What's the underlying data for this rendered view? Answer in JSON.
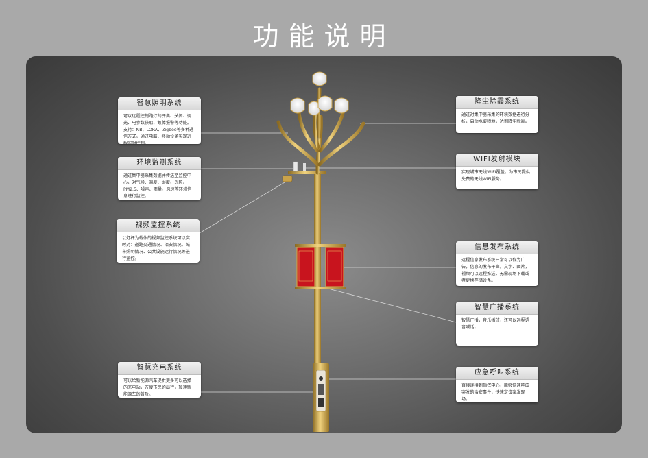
{
  "page_title": "功能说明",
  "modules": {
    "lighting": {
      "title": "智慧照明系统",
      "text": "可以远程控制路灯的开启、关闭、调光、电参数获取、故障报警等功能。支持：NB、LORA、Zigbee等多种通信方式。通过电脑、移动设备实现远程实时控制。"
    },
    "environment": {
      "title": "环境监测系统",
      "text": "通过集中器采集数据并传送至监控中心，对气候、温度、湿度、光照、PM2.5、噪声、雨量、风速等环境信息进行监控。"
    },
    "video": {
      "title": "视频监控系统",
      "text": "以灯杆为载体的视频监控系统可以实时对：道路交通情况、治安情况、城市照明情况、公共设施运行情况等进行监控。"
    },
    "charging": {
      "title": "智慧充电系统",
      "text": "可以给新能源汽车提供更多可以选择的充电站，方便市民的出行，加速新能源车的普及。"
    },
    "dust": {
      "title": "降尘除霾系统",
      "text": "通过对集中器采集的环境数据进行分析，启动水雾喷淋，达到降尘除霾。"
    },
    "wifi": {
      "title": "WIFI发射模块",
      "text": "实现城市无线WIFI覆盖。为市民提供免费的无线WiFi服务。"
    },
    "info": {
      "title": "信息发布系统",
      "text": "远程信息发布系统日常可以作为广告，信息的发布平台。文字、图片，视频可以远程推送，无需现场下载或者更换存储设备。"
    },
    "broadcast": {
      "title": "智慧广播系统",
      "text": "智慧广播，音乐播放，还可以远程语音喊话。"
    },
    "emergency": {
      "title": "应急呼叫系统",
      "text": "直接连接到指挥中心，能够快速响应突发的治安事件，快速定位案发现场。"
    }
  },
  "colors": {
    "pole_gold": "#c9a24a",
    "banner_red": "#c8141e",
    "box_bg": "#ffffff"
  }
}
